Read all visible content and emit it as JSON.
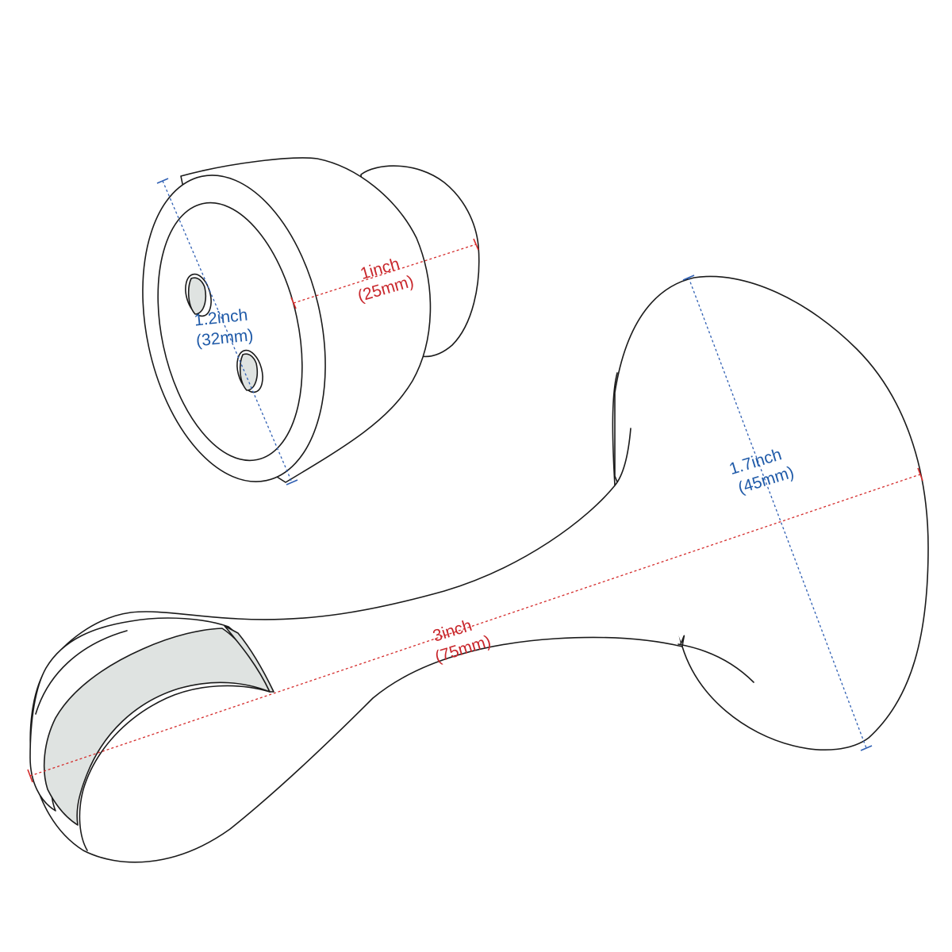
{
  "colors": {
    "outline": "#1a1a1a",
    "fill": "#ffffff",
    "shade": "#dfe3e1",
    "length_dimension": "#d42a2a",
    "diameter_dimension": "#2f5fb3"
  },
  "parts": [
    "base-mount",
    "door-stop-arm"
  ],
  "dimensions": {
    "base_diameter": {
      "inch": "1.2inch",
      "mm": "(32mm)"
    },
    "base_depth": {
      "inch": "1inch",
      "mm": "(25mm)"
    },
    "arm_length": {
      "inch": "3inch",
      "mm": "(75mm)"
    },
    "head_diameter": {
      "inch": "1.7inch",
      "mm": "(45mm)"
    }
  }
}
